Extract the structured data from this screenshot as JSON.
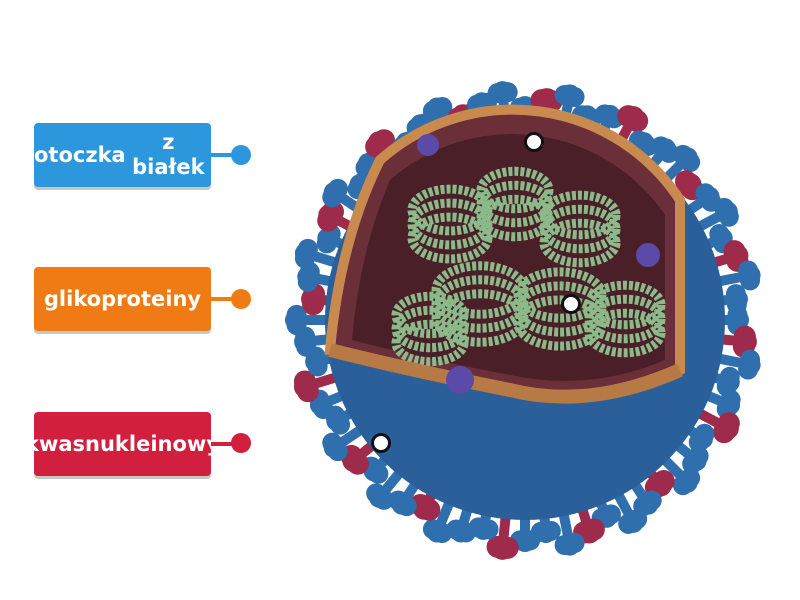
{
  "labels": [
    {
      "lines": [
        "otoczka",
        "z białek"
      ],
      "color": "#2c97dd"
    },
    {
      "lines": [
        "glikoproteiny"
      ],
      "color": "#f07b14"
    },
    {
      "lines": [
        "kwas",
        "nukleinowy"
      ],
      "color": "#d11f3d"
    }
  ],
  "illustration": {
    "icon": "influenza-virus-cross-section"
  },
  "colors": {
    "spike_blue": "#2f6fae",
    "spike_red": "#9e2b4b",
    "envelope": "#c98a4f",
    "interior": "#6b2f3a",
    "rna_green": "#8bb98a"
  }
}
